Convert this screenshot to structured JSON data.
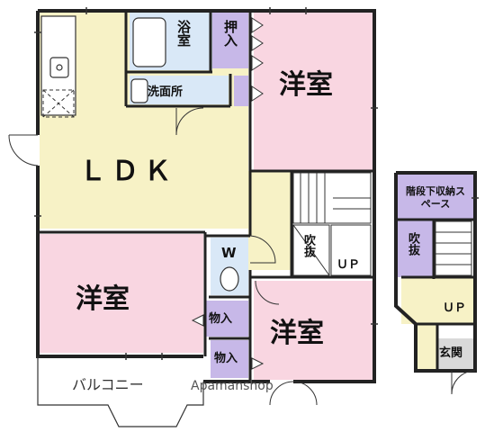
{
  "floorplan": {
    "rooms": {
      "ldk": "ＬＤＫ",
      "youshitsu_ne": "洋室",
      "youshitsu_w": "洋室",
      "youshitsu_s": "洋室",
      "bath": "浴室",
      "oshiire": "押入",
      "senmenjo": "洗面所",
      "wc": "W",
      "mono1": "物入",
      "mono2": "物入",
      "fukinuke1": "吹抜",
      "fukinuke2": "吹抜",
      "up1": "ＵＰ",
      "up2": "ＵＰ",
      "storage": "階段下収納スペース",
      "genkan": "玄関",
      "balcony": "バルコニー"
    },
    "watermark": "Apamanshop",
    "colors": {
      "ldk": "#f7f2c6",
      "youshitsu": "#f9d6e1",
      "bath": "#d9e8f7",
      "oshiire": "#c7b8e8",
      "wall": "#222222"
    }
  }
}
